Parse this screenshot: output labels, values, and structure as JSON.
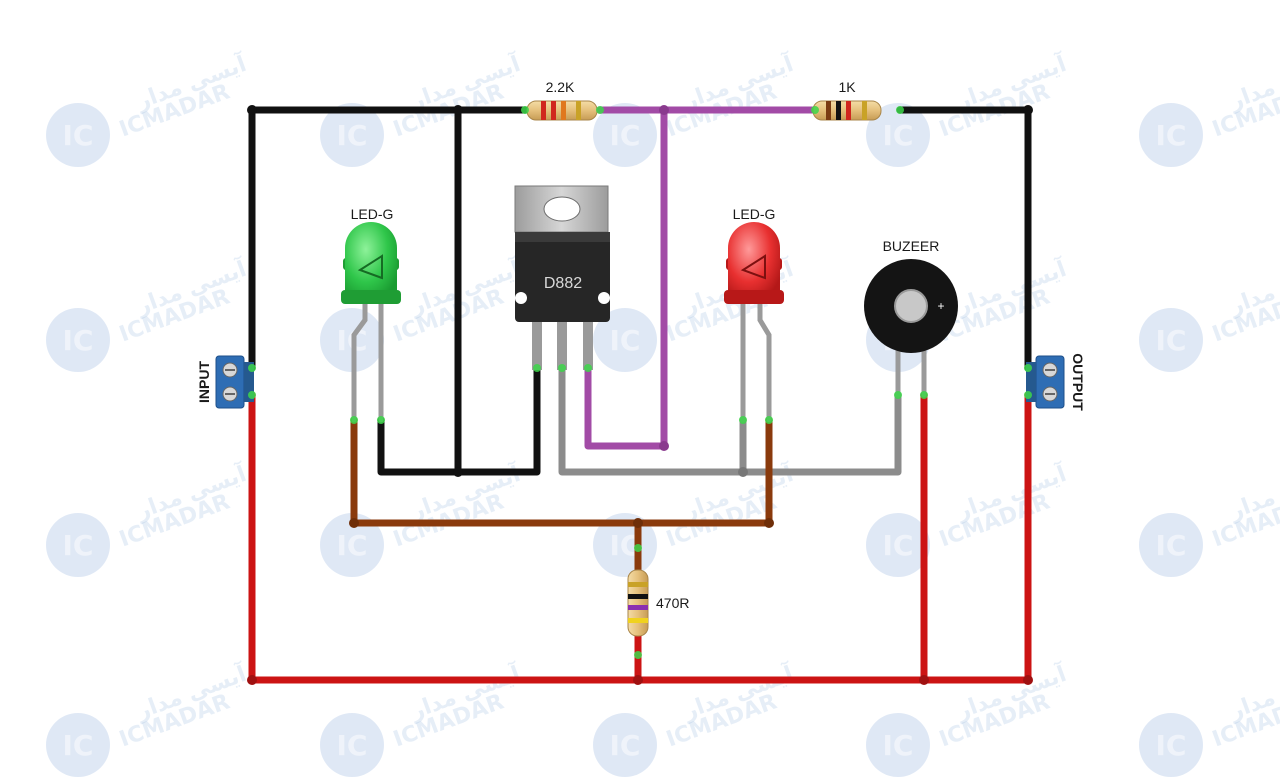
{
  "labels": {
    "r1": "2.2K",
    "r2": "1K",
    "r3": "470R",
    "led_left": "LED-G",
    "led_right": "LED-G",
    "transistor": "D882",
    "buzzer": "BUZEER",
    "input": "INPUT",
    "output": "OUTPUT",
    "buzzer_plus": "+"
  },
  "watermark": {
    "text": "ICMADAR",
    "logo": "IC",
    "persian": "آیسی مدار"
  },
  "colors": {
    "wire_black": "#111111",
    "wire_purple": "#a24ba6",
    "wire_red": "#cc1414",
    "wire_brown": "#8a3a0c",
    "wire_gray": "#8c8c8c",
    "led_green": "#25c23f",
    "led_red": "#e02424",
    "terminal_blue": "#2e6db4",
    "joint_green": "#3dd64a"
  }
}
